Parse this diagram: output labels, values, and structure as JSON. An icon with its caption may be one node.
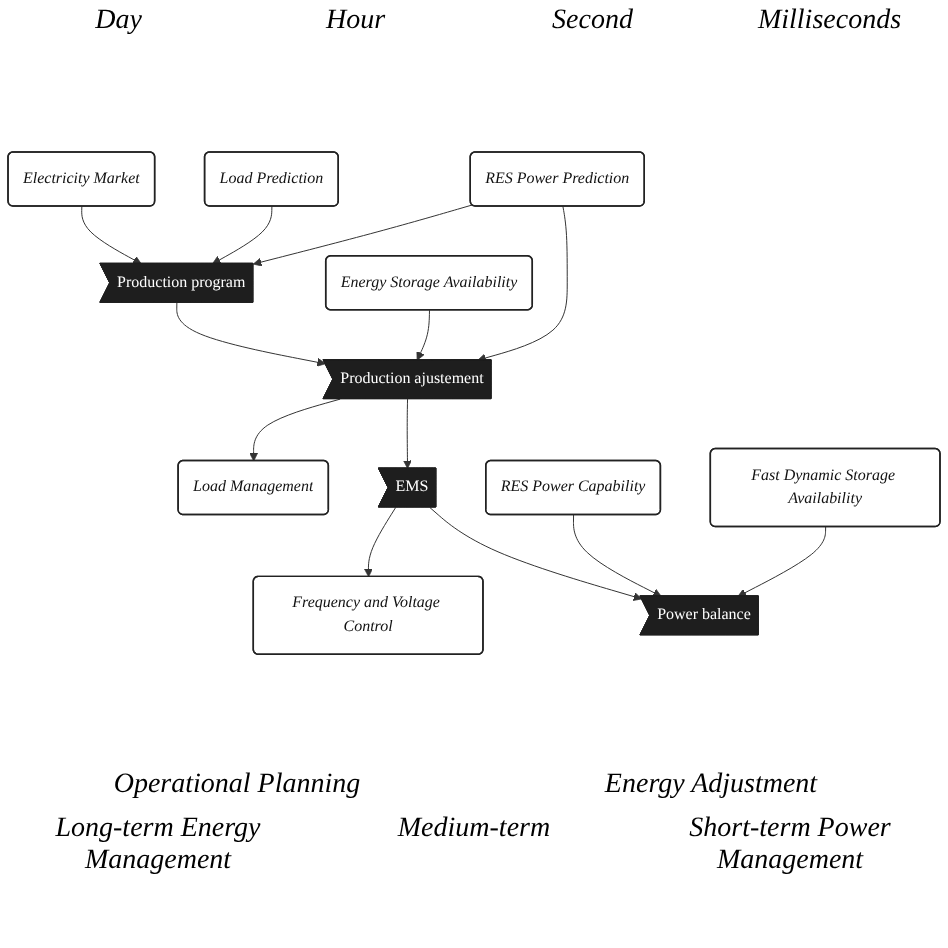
{
  "diagram": {
    "nodes": [
      {
        "text": [
          "Electricity Market"
        ]
      },
      {
        "text": [
          "Load Management"
        ]
      },
      {
        "text": [
          "Frequency and Voltage Control"
        ]
      },
      {
        "text": [
          "Fast Dynamic Storage Availability"
        ]
      },
      {
        "text": [
          "Production program"
        ]
      },
      {
        "text": [
          "Production ajustement"
        ]
      },
      {
        "text": [
          "EMS"
        ]
      },
      {
        "text": [
          "Power balance"
        ]
      },
      {
        "text": [
          "Load Prediction"
        ]
      },
      {
        "text": [
          "RES Power Prediction"
        ]
      },
      {
        "text": [
          "Energy Storage Availability"
        ]
      },
      {
        "text": [
          "RES Power Capability"
        ]
      }
    ],
    "edges": [
      {
        "from": 0,
        "to": 4,
        "arrow": "to"
      },
      {
        "from": 5,
        "to": 1,
        "arrow": "to"
      },
      {
        "from": 6,
        "to": 2,
        "arrow": "to"
      },
      {
        "from": 3,
        "to": 7,
        "arrow": "to"
      },
      {
        "from": 4,
        "to": 5,
        "arrow": "to"
      },
      {
        "from": 5,
        "to": 6,
        "arrow": "to"
      },
      {
        "from": 6,
        "to": 7,
        "arrow": "to"
      },
      {
        "from": 8,
        "to": 4,
        "arrow": "to"
      },
      {
        "from": 9,
        "to": 4,
        "arrow": "to"
      },
      {
        "from": 9,
        "to": 5,
        "arrow": "to"
      },
      {
        "from": 10,
        "to": 5,
        "arrow": "to"
      },
      {
        "from": 11,
        "to": 7,
        "arrow": "to"
      }
    ],
    "labels": [
      "Day",
      "Hour",
      "Second",
      "Milliseconds",
      "Operational Planning",
      "Energy Adjustment",
      "Long-term Energy Management",
      "Medium-term",
      "Short-term Power Management"
    ]
  }
}
